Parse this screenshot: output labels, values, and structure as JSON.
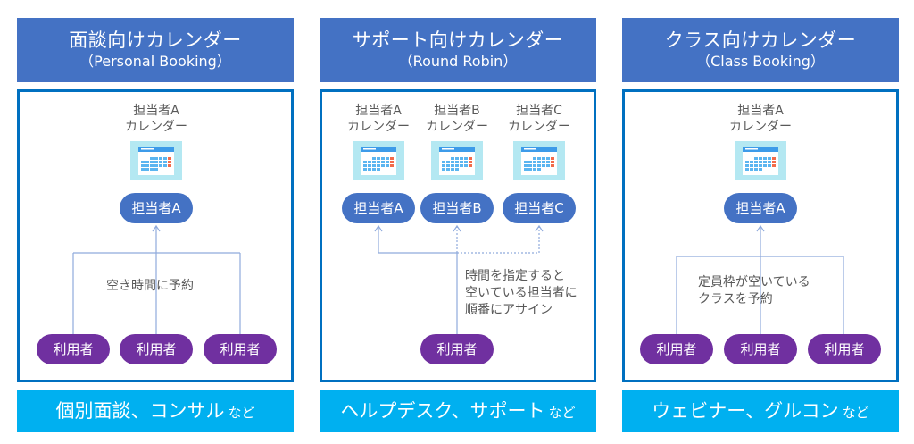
{
  "colors": {
    "header_bg": "#4472C4",
    "box_border": "#0070C0",
    "footer_bg": "#00B0F0",
    "staff_pill": "#4472C4",
    "user_pill": "#7030A0",
    "connector": "#8FAADC"
  },
  "panels": [
    {
      "title": "面談向けカレンダー",
      "subtitle": "（Personal Booking）",
      "calendars": [
        {
          "label_line1": "担当者A",
          "label_line2": "カレンダー",
          "icon": "calendar-icon",
          "staff": "担当者A"
        }
      ],
      "note": "空き時間に予約",
      "users": [
        "利用者",
        "利用者",
        "利用者"
      ],
      "footer_main": "個別面談、コンサル",
      "footer_suffix": "など"
    },
    {
      "title": "サポート向けカレンダー",
      "subtitle": "（Round Robin）",
      "calendars": [
        {
          "label_line1": "担当者A",
          "label_line2": "カレンダー",
          "icon": "calendar-icon",
          "staff": "担当者A"
        },
        {
          "label_line1": "担当者B",
          "label_line2": "カレンダー",
          "icon": "calendar-icon",
          "staff": "担当者B"
        },
        {
          "label_line1": "担当者C",
          "label_line2": "カレンダー",
          "icon": "calendar-icon",
          "staff": "担当者C"
        }
      ],
      "note_lines": [
        "時間を指定すると",
        "空いている担当者に",
        "順番にアサイン"
      ],
      "users": [
        "利用者"
      ],
      "footer_main": "ヘルプデスク、サポート",
      "footer_suffix": "など"
    },
    {
      "title": "クラス向けカレンダー",
      "subtitle": "（Class Booking）",
      "calendars": [
        {
          "label_line1": "担当者A",
          "label_line2": "カレンダー",
          "icon": "calendar-icon",
          "staff": "担当者A"
        }
      ],
      "note_lines": [
        "定員枠が空いている",
        "クラスを予約"
      ],
      "users": [
        "利用者",
        "利用者",
        "利用者"
      ],
      "footer_main": "ウェビナー、グルコン",
      "footer_suffix": "など"
    }
  ]
}
